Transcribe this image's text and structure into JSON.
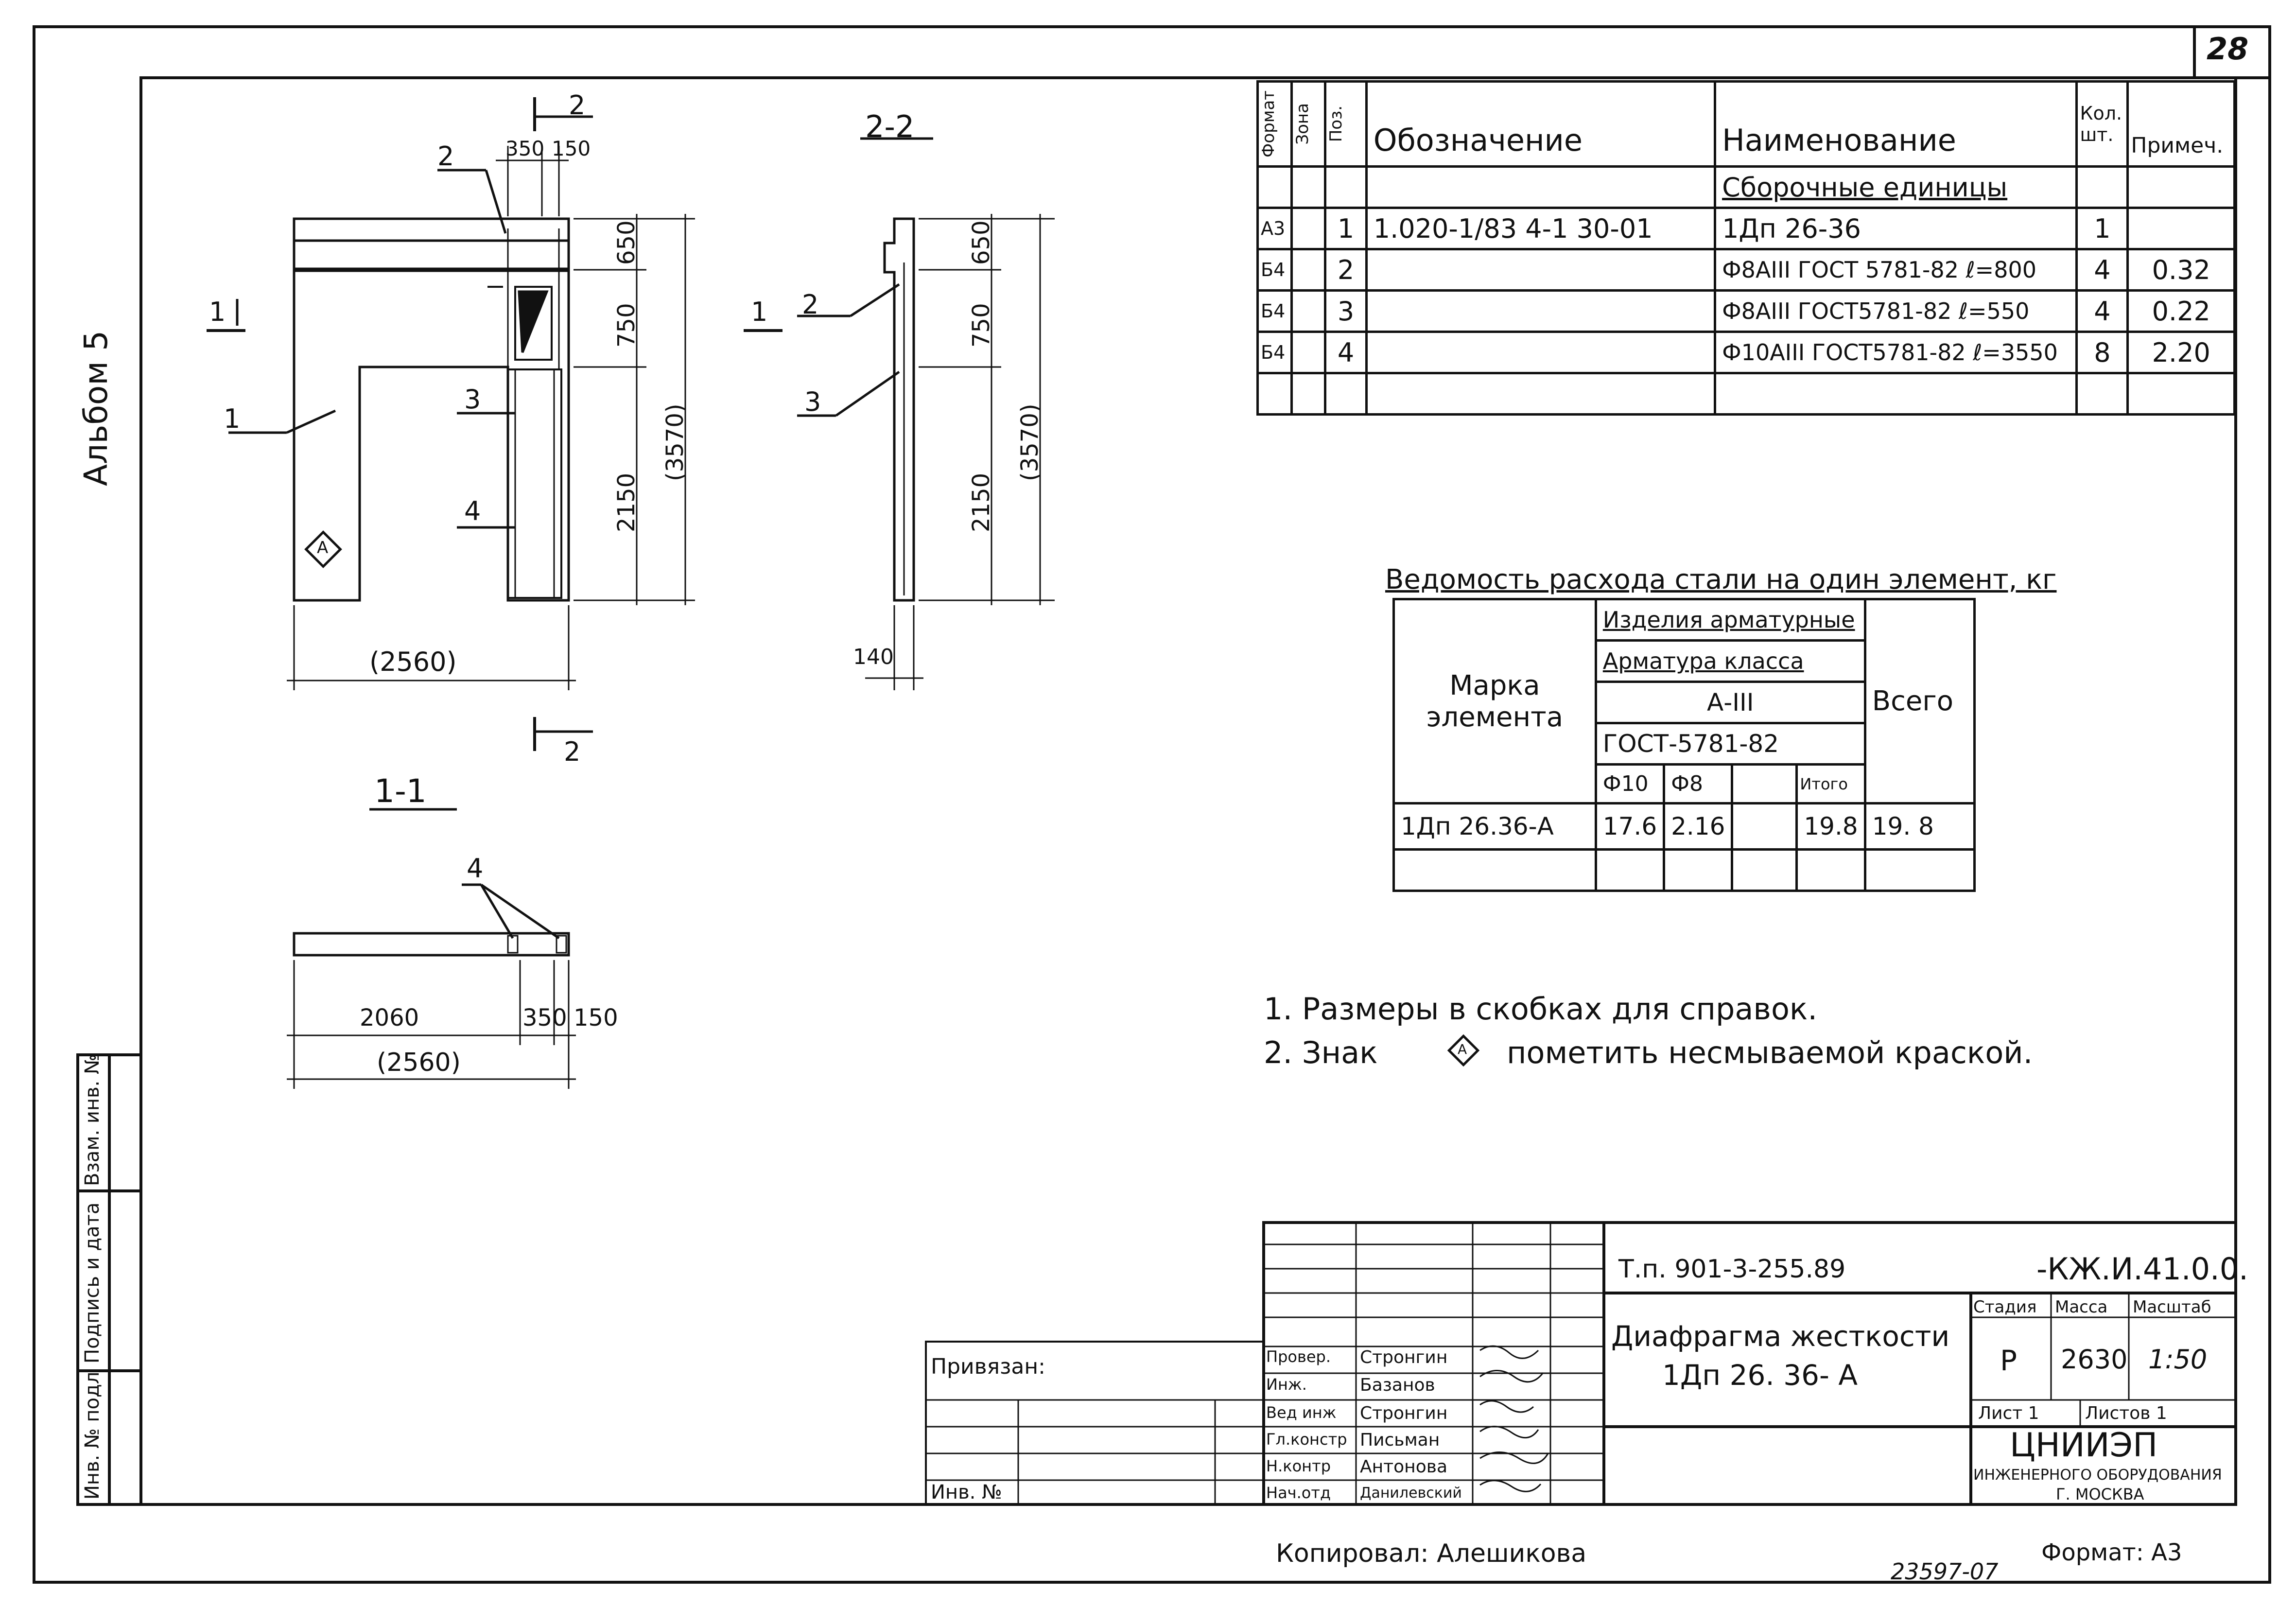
{
  "sheet": {
    "number": "28",
    "album": "Альбом 5",
    "side_stamp": {
      "inv_podl": "Инв. № подл",
      "podpis": "Подпись и дата",
      "vzam": "Взам. инв. №"
    }
  },
  "views": {
    "main": {
      "section_mark_top": "2",
      "section_mark_bottom": "2",
      "section_mark_left": "1",
      "pos_labels": [
        "2",
        "1",
        "3",
        "4"
      ],
      "dims_top": [
        "350",
        "150"
      ],
      "dims_right": [
        "650",
        "750",
        "2150",
        "(3570)"
      ],
      "dim_bottom": "(2560)",
      "mark_symbol": "А"
    },
    "section_22": {
      "title": "2-2",
      "section_mark_left": "1",
      "pos_labels": [
        "2",
        "3"
      ],
      "dims_right": [
        "650",
        "750",
        "2150",
        "(3570)"
      ],
      "dim_bottom": "140"
    },
    "section_11": {
      "title": "1-1",
      "pos_label": "4",
      "dims": [
        "2060",
        "350",
        "150"
      ],
      "dim_total": "(2560)"
    }
  },
  "spec_table": {
    "headers": {
      "format": "Формат",
      "zona": "Зона",
      "poz": "Поз.",
      "oboznachenie": "Обозначение",
      "naimenovanie": "Наименование",
      "kol": "Кол. шт.",
      "primech": "Примеч."
    },
    "section_title": "Сборочные единицы",
    "rows": [
      {
        "format": "А3",
        "zona": "",
        "poz": "1",
        "oboznachenie": "1.020-1/83 4-1 30-01",
        "naimenovanie": "1Дп 26-36",
        "kol": "1",
        "primech": ""
      },
      {
        "format": "Б4",
        "zona": "",
        "poz": "2",
        "oboznachenie": "",
        "naimenovanie": "Ф8АIII ГОСТ 5781-82 ℓ=800",
        "kol": "4",
        "primech": "0.32"
      },
      {
        "format": "Б4",
        "zona": "",
        "poz": "3",
        "oboznachenie": "",
        "naimenovanie": "Ф8АIII ГОСТ5781-82 ℓ=550",
        "kol": "4",
        "primech": "0.22"
      },
      {
        "format": "Б4",
        "zona": "",
        "poz": "4",
        "oboznachenie": "",
        "naimenovanie": "Ф10АIII ГОСТ5781-82 ℓ=3550",
        "kol": "8",
        "primech": "2.20"
      }
    ]
  },
  "steel_table": {
    "title": "Ведомость расхода стали на один элемент, кг",
    "col_marka": "Марка элемента",
    "izdelia": "Изделия арматурные",
    "armatura": "Арматура класса",
    "klass": "А-III",
    "gost": "ГОСТ-5781-82",
    "sub_cols": [
      "Ф10",
      "Ф8",
      "",
      "Итого"
    ],
    "vsego": "Всего",
    "rows": [
      {
        "marka": "1Дп 26.36-А",
        "f10": "17.6",
        "f8": "2.16",
        "empty": "",
        "itogo": "19.8",
        "vsego": "19. 8"
      }
    ]
  },
  "notes": [
    "1. Размеры в скобках для справок.",
    "2. Знак",
    "пометить несмываемой краской."
  ],
  "title_block": {
    "code_left": "Т.п. 901-3-255.89",
    "code_right": "-КЖ.И.41.0.0.",
    "title_line1": "Диафрагма жесткости",
    "title_line2": "1Дп 26. 36- А",
    "stadia_label": "Стадия",
    "massa_label": "Масса",
    "masshtab_label": "Масштаб",
    "stadia": "Р",
    "massa": "2630",
    "masshtab": "1:50",
    "list": "Лист 1",
    "listov": "Листов 1",
    "org": "ЦНИИЭП",
    "org_sub": "инженерного оборудования",
    "city": "г. Москва",
    "privyazan": "Привязан:",
    "inv": "Инв. №",
    "signers": [
      {
        "role": "Провер.",
        "name": "Стронгин"
      },
      {
        "role": "Инж.",
        "name": "Базанов"
      },
      {
        "role": "Вед инж",
        "name": "Стронгин"
      },
      {
        "role": "Гл.констр",
        "name": "Письман"
      },
      {
        "role": "Н.контр",
        "name": "Антонова"
      },
      {
        "role": "Нач.отд",
        "name": "Данилевский"
      }
    ]
  },
  "footer": {
    "copied": "Копировал: Алешикова",
    "number": "23597-07",
    "format": "Формат: А3"
  }
}
